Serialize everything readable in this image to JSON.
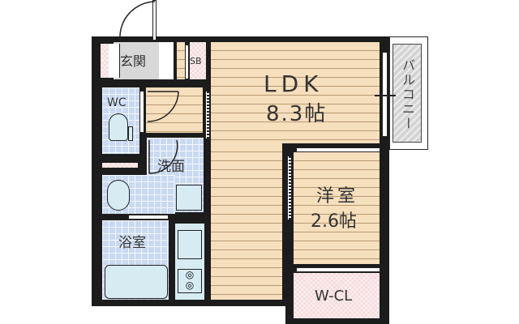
{
  "floorplan": {
    "rooms": {
      "ldk": {
        "name": "LDK",
        "size": "8.3帖"
      },
      "western": {
        "name": "洋室",
        "size": "2.6帖"
      },
      "wcl": {
        "name": "W-CL"
      },
      "genkan": {
        "name": "玄関"
      },
      "sb": {
        "name": "SB"
      },
      "wc": {
        "name": "WC"
      },
      "wash": {
        "name": "洗面"
      },
      "bath": {
        "name": "浴室"
      },
      "balcony": {
        "name": "バルコニー"
      }
    },
    "colors": {
      "wall": "#1c1c1c",
      "wood_floor": "#f6dfbd",
      "tile": "#c9d9f2",
      "closet_pink": "#f6dadc",
      "balcony_gray": "#d4d4d4",
      "fixture_blue": "#d6ecf2"
    }
  }
}
